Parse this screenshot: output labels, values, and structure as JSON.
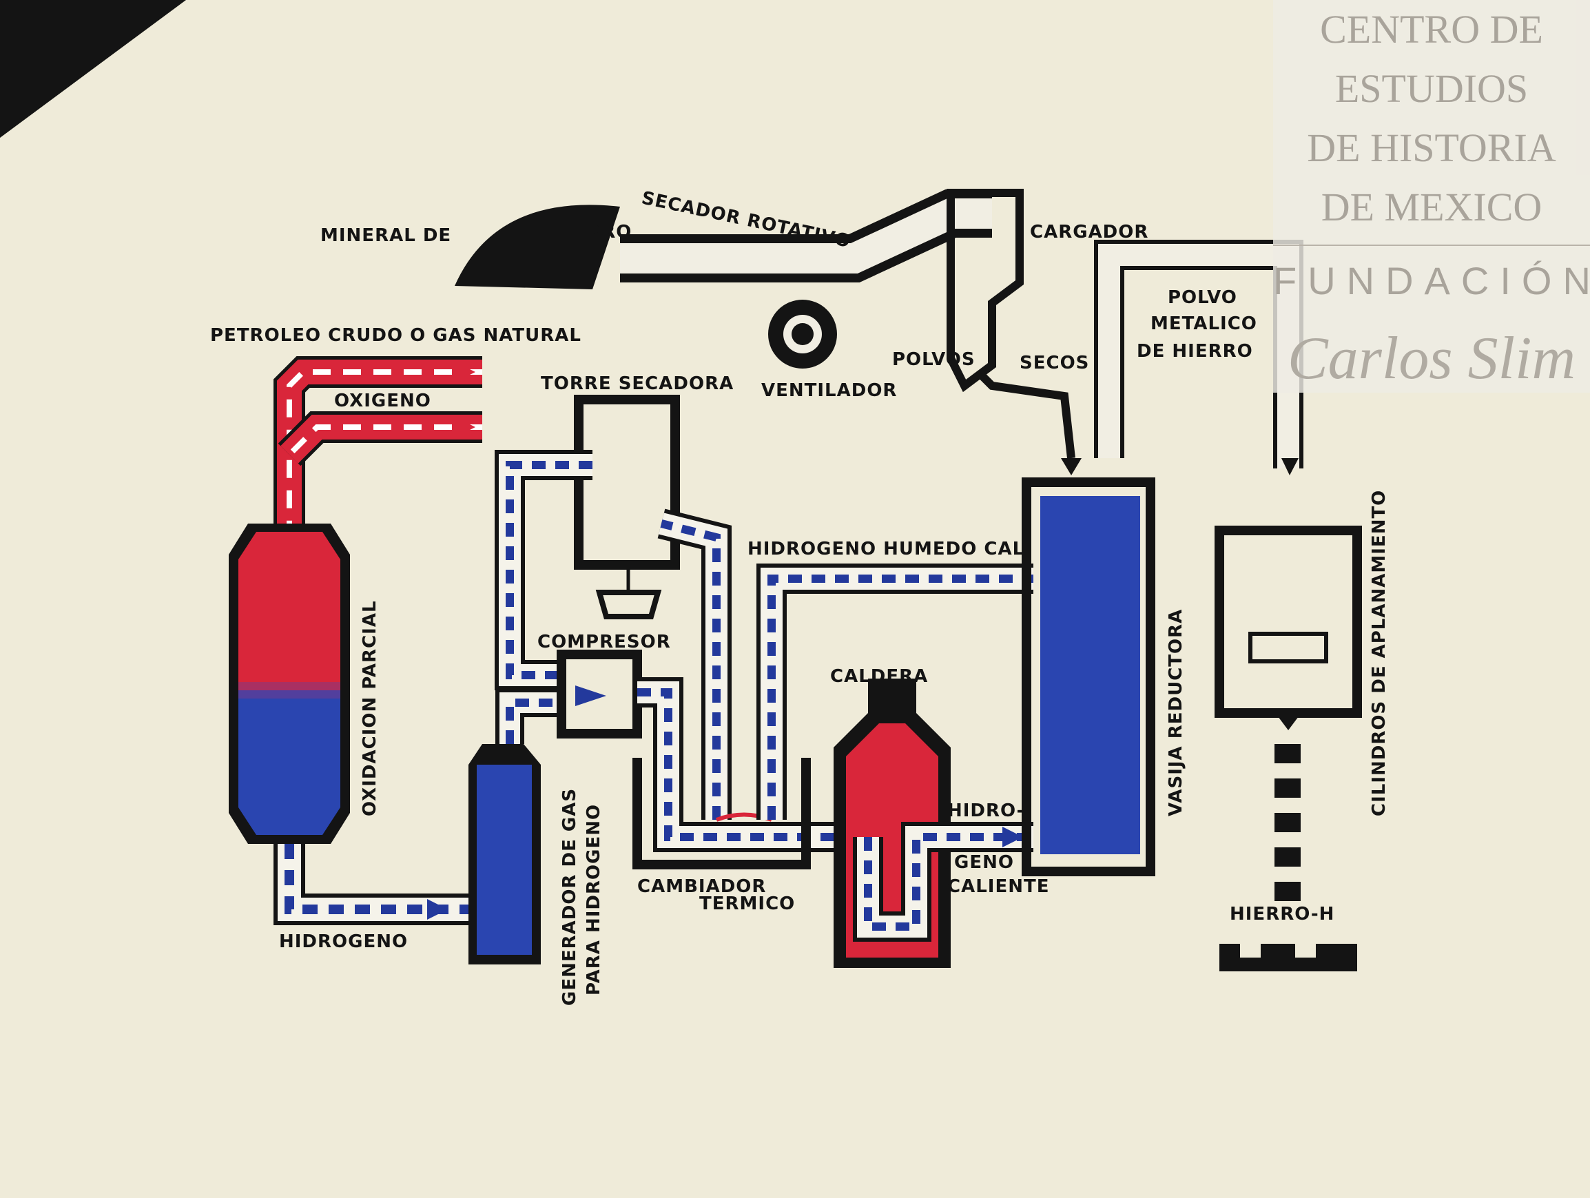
{
  "colors": {
    "paper": "#efebd9",
    "ink": "#141414",
    "red_flow": "#d9263a",
    "blue_flow": "#23399c",
    "watermark": "#a9a49b"
  },
  "labels": {
    "mineral_de": "MINERAL DE",
    "hierro": "HIERRO",
    "secador_rotativo": "SECADOR ROTATIVO",
    "cargador": "CARGADOR",
    "petroleo": "PETROLEO CRUDO O GAS NATURAL",
    "oxigeno": "OXIGENO",
    "torre_secadora": "TORRE SECADORA",
    "ventilador": "VENTILADOR",
    "polvos": "POLVOS",
    "secos": "SECOS",
    "polvo": "POLVO",
    "metalico": "METALICO",
    "de_hierro": "DE HIERRO",
    "hidrogeno_humedo": "HIDROGENO HUMEDO CAL.",
    "compresor": "COMPRESOR",
    "caldera": "CALDERA",
    "oxidacion_parcial": "OXIDACION PARCIAL",
    "vasija_reductora": "VASIJA REDUCTORA",
    "cilindros": "CILINDROS DE APLANAMIENTO",
    "hidro": "HIDRO-",
    "geno": "GENO",
    "caliente": "CALIENTE",
    "cambiador": "CAMBIADOR",
    "termico": "TERMICO",
    "generador": "GENERADOR DE GAS",
    "para_hidrogeno": "PARA HIDROGENO",
    "hidrogeno": "HIDROGENO",
    "hierro_h": "HIERRO-H"
  },
  "watermark": {
    "line1": "CENTRO DE",
    "line2": "ESTUDIOS",
    "line3": "DE HISTORIA",
    "line4": "DE MEXICO",
    "fundacion": "FUNDACIÓN",
    "signature": "Carlos Slim"
  }
}
